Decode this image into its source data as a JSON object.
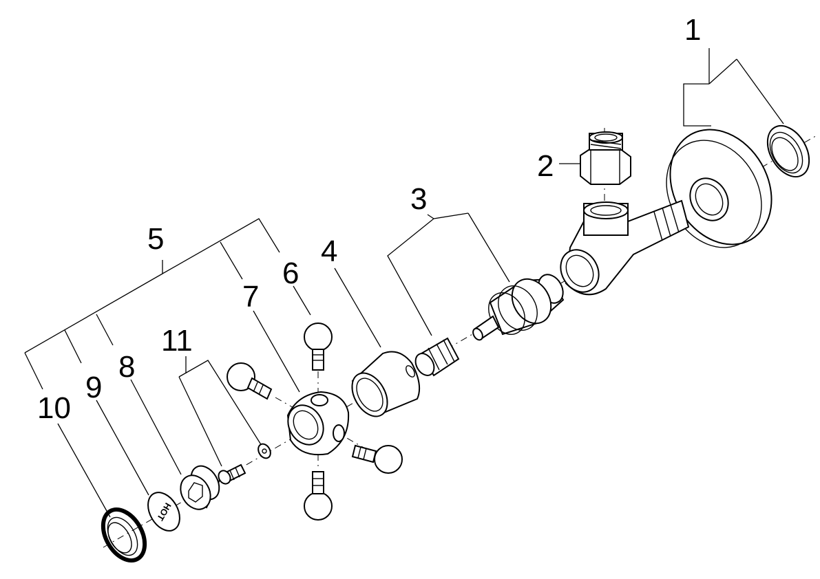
{
  "callouts": {
    "c1": "1",
    "c2": "2",
    "c3": "3",
    "c4": "4",
    "c5": "5",
    "c6": "6",
    "c7": "7",
    "c8": "8",
    "c9": "9",
    "c10": "10",
    "c11": "11"
  },
  "cap_marking": "HOT"
}
